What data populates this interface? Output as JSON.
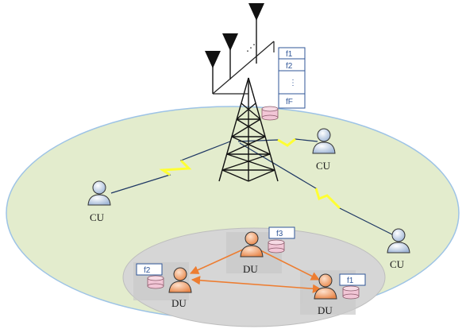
{
  "frequency_list": {
    "items": [
      "f1",
      "f2",
      "⋮",
      "fF"
    ]
  },
  "antenna_array": {
    "dots": "⋰"
  },
  "cellular_users": [
    {
      "label": "CU"
    },
    {
      "label": "CU"
    },
    {
      "label": "CU"
    }
  ],
  "d2d_users": [
    {
      "label": "DU",
      "freq": "f3"
    },
    {
      "label": "DU",
      "freq": "f2"
    },
    {
      "label": "DU",
      "freq": "f1"
    }
  ],
  "colors": {
    "macro_cell": "#e3eccd",
    "d2d_cluster": "#d6d6d6",
    "cu_body": "#c8d8ee",
    "du_body": "#f2a779",
    "d2d_link": "#ed7d31",
    "lightning": "#ffff33",
    "freq_box_border": "#2f5597",
    "cache_fill": "#f2c6d6"
  }
}
